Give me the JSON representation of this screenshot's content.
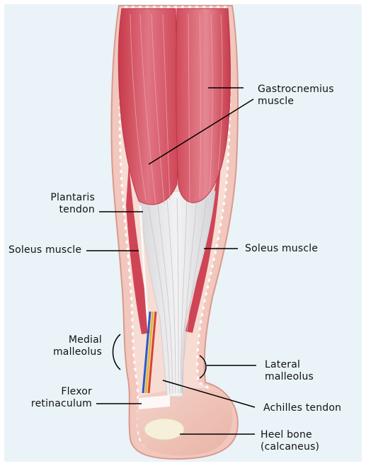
{
  "labels": {
    "gastrocnemius": [
      "Gastrocnemius",
      "muscle"
    ],
    "plantaris": [
      "Plantaris",
      "tendon"
    ],
    "soleus_left": "Soleus muscle",
    "soleus_right": "Soleus muscle",
    "medial_malleolus": [
      "Medial",
      "malleolus"
    ],
    "lateral_malleolus": [
      "Lateral",
      "malleolus"
    ],
    "flexor_retinaculum": [
      "Flexor",
      "retinaculum"
    ],
    "achilles": "Achilles tendon",
    "heel_bone": [
      "Heel bone",
      "(calcaneus)"
    ]
  },
  "colors": {
    "background": "#ffffff",
    "panel": "#eaf3f8",
    "muscle": "#d9505e",
    "muscle_light": "#ec9aa3",
    "tendon": "#e4e4e6",
    "skin": "#f2c7bd",
    "bone": "#f6f0da",
    "leader": "#000000"
  }
}
